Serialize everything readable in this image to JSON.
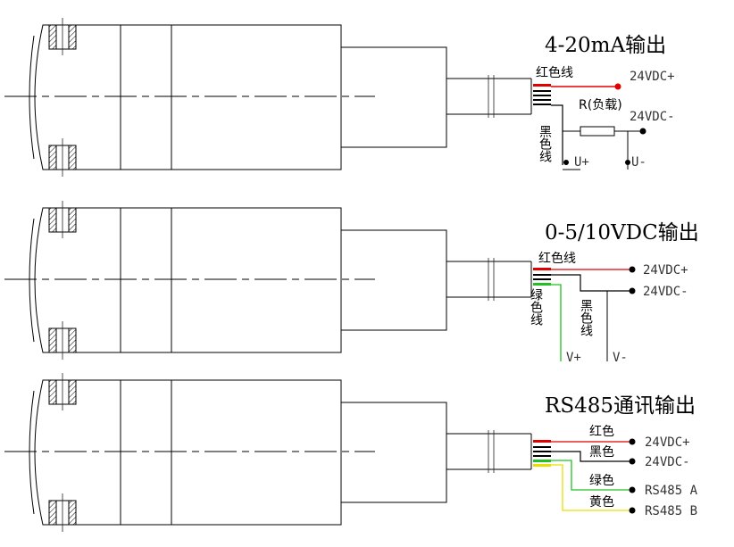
{
  "colors": {
    "red": "#e00000",
    "green": "#22c022",
    "yellow": "#e8e000",
    "black": "#000000"
  },
  "section1": {
    "title": "4-20mA输出",
    "wire_red": "红色线",
    "wire_black": "黑色线",
    "load": "R(负载)",
    "pos": "24VDC+",
    "neg": "24VDC-",
    "u_plus": "U+",
    "u_minus": "U-"
  },
  "section2": {
    "title": "0-5/10VDC输出",
    "wire_red": "红色线",
    "wire_green": "绿色线",
    "wire_black": "黑色线",
    "pos": "24VDC+",
    "neg": "24VDC-",
    "v_plus": "V+",
    "v_minus": "V-"
  },
  "section3": {
    "title": "RS485通讯输出",
    "red": "红色",
    "black": "黑色",
    "green": "绿色",
    "yellow": "黄色",
    "pos": "24VDC+",
    "neg": "24VDC-",
    "a": "RS485 A",
    "b": "RS485 B"
  }
}
